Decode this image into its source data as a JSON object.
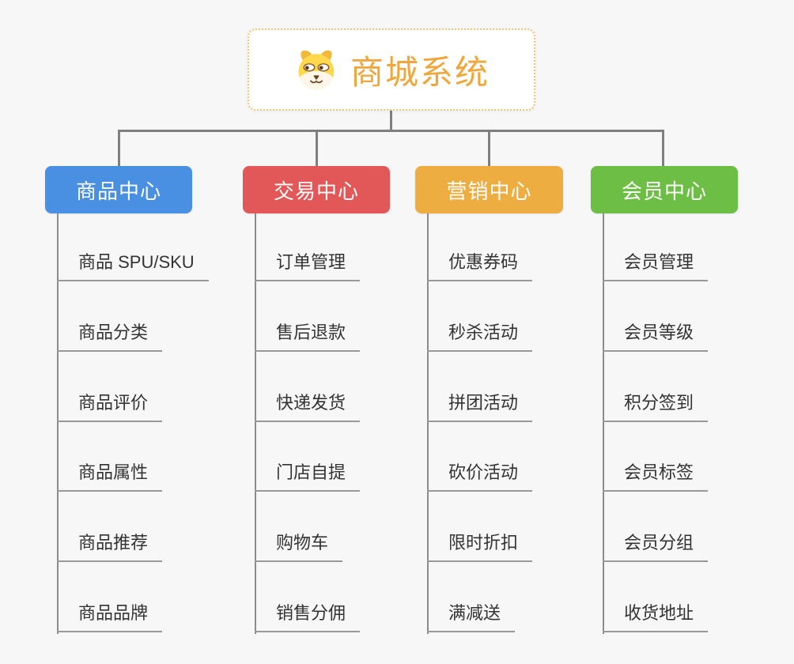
{
  "page": {
    "background_color": "#f7f7f7",
    "connector_color": "#7f7f7f"
  },
  "root": {
    "title": "商城系统",
    "icon": "dog-face-icon",
    "text_color": "#f0a63b",
    "border_color": "#f6c36e",
    "background_color": "#ffffff"
  },
  "branches": [
    {
      "label": "商品中心",
      "color": "#4a90e2",
      "items": [
        "商品 SPU/SKU",
        "商品分类",
        "商品评价",
        "商品属性",
        "商品推荐",
        "商品品牌"
      ]
    },
    {
      "label": "交易中心",
      "color": "#e25757",
      "items": [
        "订单管理",
        "售后退款",
        "快递发货",
        "门店自提",
        "购物车",
        "销售分佣"
      ]
    },
    {
      "label": "营销中心",
      "color": "#eead40",
      "items": [
        "优惠券码",
        "秒杀活动",
        "拼团活动",
        "砍价活动",
        "限时折扣",
        "满减送"
      ]
    },
    {
      "label": "会员中心",
      "color": "#6cbe44",
      "items": [
        "会员管理",
        "会员等级",
        "积分签到",
        "会员标签",
        "会员分组",
        "收货地址"
      ]
    }
  ]
}
